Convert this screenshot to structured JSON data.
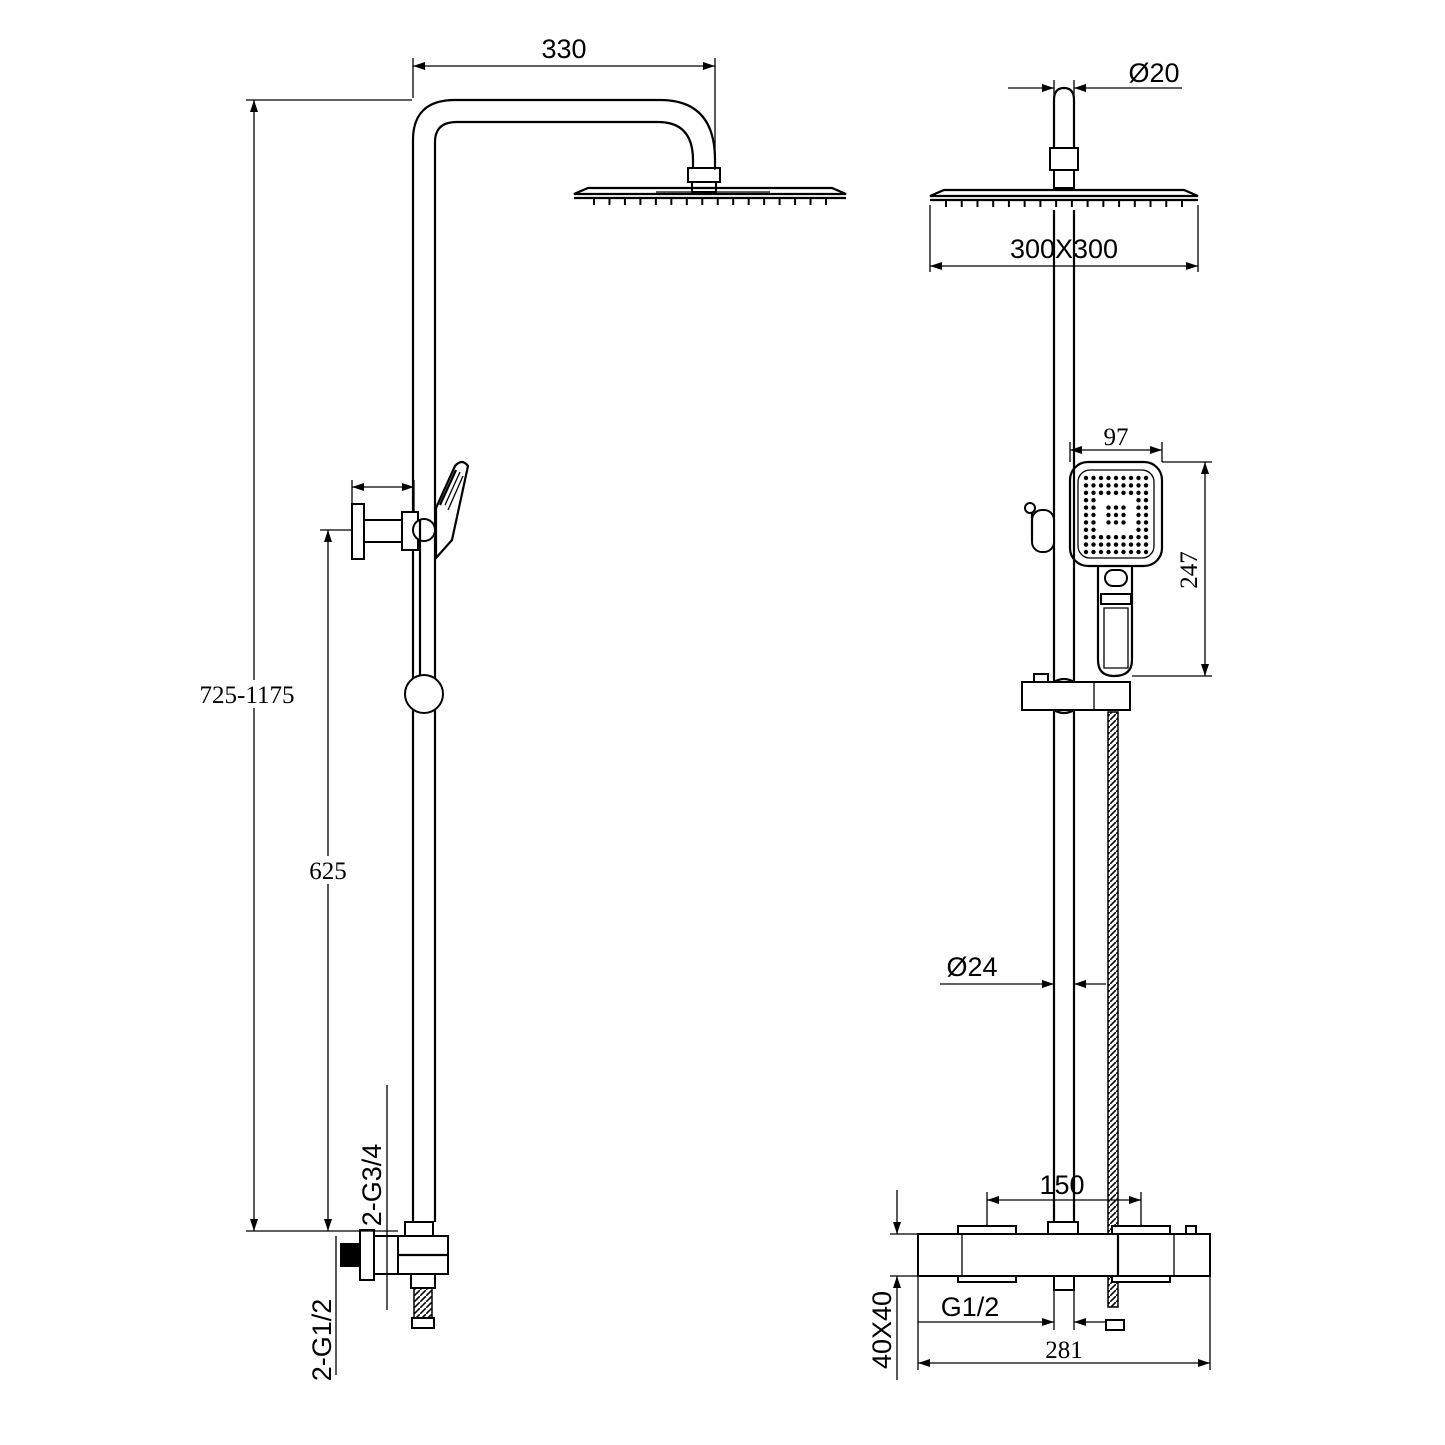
{
  "dimensions": {
    "arm_reach": "330",
    "total_height": "725-1175",
    "riser_height": "625",
    "inlet_outlet_thread": "2-G3/4",
    "inlet_thread": "2-G1/2",
    "top_pipe_diameter": "Ø20",
    "head_size": "300X300",
    "hand_shower_width": "97",
    "hand_shower_length": "247",
    "riser_diameter": "Ø24",
    "inlet_centres": "150",
    "bottom_outlet_thread": "G1/2",
    "mixer_width": "281",
    "mixer_section": "40X40"
  }
}
